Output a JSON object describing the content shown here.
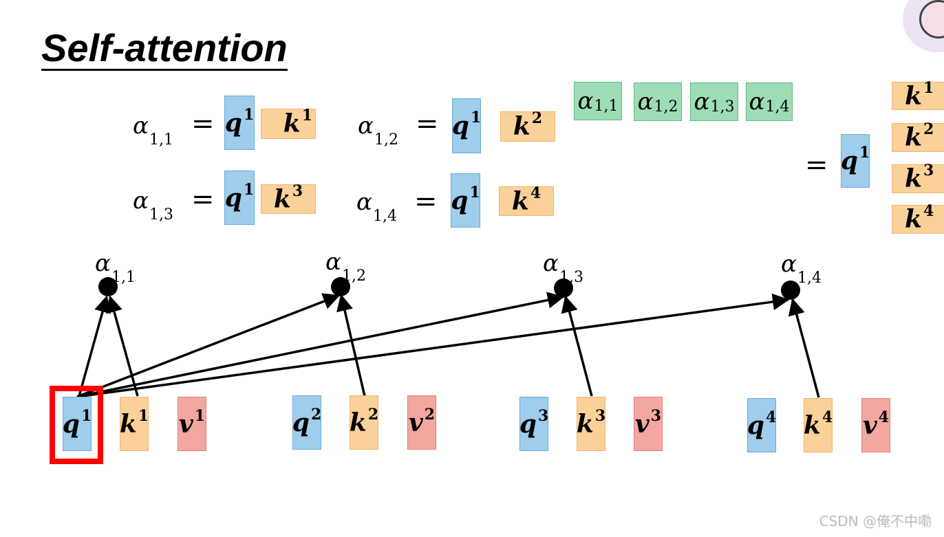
{
  "title": "Self-attention",
  "watermark": "CSDN @俺不中嘞",
  "alpha_symbol": "α",
  "equations": [
    {
      "lhs": "1,1",
      "q": "q",
      "q_sup": "1",
      "k": "k",
      "k_sup": "1"
    },
    {
      "lhs": "1,2",
      "q": "q",
      "q_sup": "1",
      "k": "k",
      "k_sup": "2"
    },
    {
      "lhs": "1,3",
      "q": "q",
      "q_sup": "1",
      "k": "k",
      "k_sup": "3"
    },
    {
      "lhs": "1,4",
      "q": "q",
      "q_sup": "1",
      "k": "k",
      "k_sup": "4"
    }
  ],
  "alpha_row": [
    "1,1",
    "1,2",
    "1,3",
    "1,4"
  ],
  "matrix": {
    "equals": "=",
    "q": "q",
    "q_sup": "1",
    "k_col": [
      {
        "k": "k",
        "sup": "1"
      },
      {
        "k": "k",
        "sup": "2"
      },
      {
        "k": "k",
        "sup": "3"
      },
      {
        "k": "k",
        "sup": "4"
      }
    ]
  },
  "nodes": [
    {
      "label": "1,1"
    },
    {
      "label": "1,2"
    },
    {
      "label": "1,3"
    },
    {
      "label": "1,4"
    }
  ],
  "tokens": [
    {
      "q": "q",
      "k": "k",
      "v": "v",
      "sup": "1"
    },
    {
      "q": "q",
      "k": "k",
      "v": "v",
      "sup": "2"
    },
    {
      "q": "q",
      "k": "k",
      "v": "v",
      "sup": "3"
    },
    {
      "q": "q",
      "k": "k",
      "v": "v",
      "sup": "4"
    }
  ],
  "colors": {
    "query": "#9fcdec",
    "key": "#fbd19a",
    "value": "#f3a7a0",
    "attention_score": "#9ddcb5",
    "highlight": "#ff0000"
  },
  "highlighted_token": "q1"
}
